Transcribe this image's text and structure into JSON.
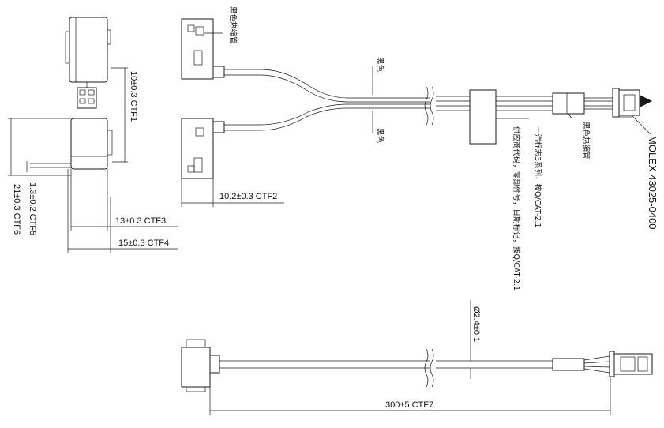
{
  "dims": {
    "ctf1": "10±0.3 CTF1",
    "ctf2": "10.2±0.3 CTF2",
    "ctf3": "13±0.3 CTF3",
    "ctf4": "15±0.3 CTF4",
    "ctf5": "1.3±0.2 CTF5",
    "ctf6": "21±0.3 CTF6",
    "ctf7": "300±5 CTF7",
    "dia": "Ø2.4±0.1"
  },
  "labels": {
    "heat_shrink_top": "黑色热缩管",
    "heat_shrink_right": "黑色热缩管",
    "black_upper": "黑色",
    "black_lower": "黑色",
    "spec_line1": "一汽标志3系列，按Q/CAT-2.1",
    "spec_line2": "供应商代码，零部件号，日期标记，按Q/CAT-2.1",
    "connector": "MOLEX 43025-0400"
  }
}
